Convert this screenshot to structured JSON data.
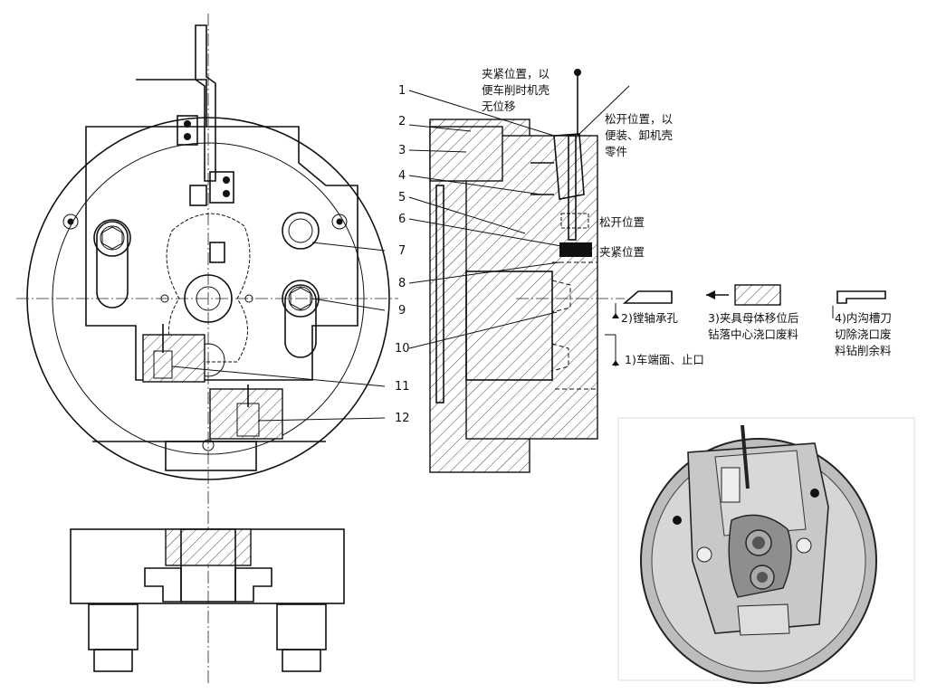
{
  "part_numbers": [
    "1",
    "2",
    "3",
    "4",
    "5",
    "6",
    "7",
    "8",
    "9",
    "10",
    "11",
    "12"
  ],
  "annotations": {
    "clamp_position_top": [
      "夹紧位置，以",
      "便车削时机壳",
      "无位移"
    ],
    "release_position_top": [
      "松开位置，以",
      "便装、卸机壳",
      "零件"
    ],
    "release_label": "松开位置",
    "clamp_label": "夹紧位置"
  },
  "operations": {
    "op1": "1)车端面、止口",
    "op2": "2)镗轴承孔",
    "op3": [
      "3)夹具母体移位后",
      "钻落中心浇口废料"
    ],
    "op4": [
      "4)内沟槽刀",
      "切除浇口废",
      "料钻削余料"
    ]
  }
}
